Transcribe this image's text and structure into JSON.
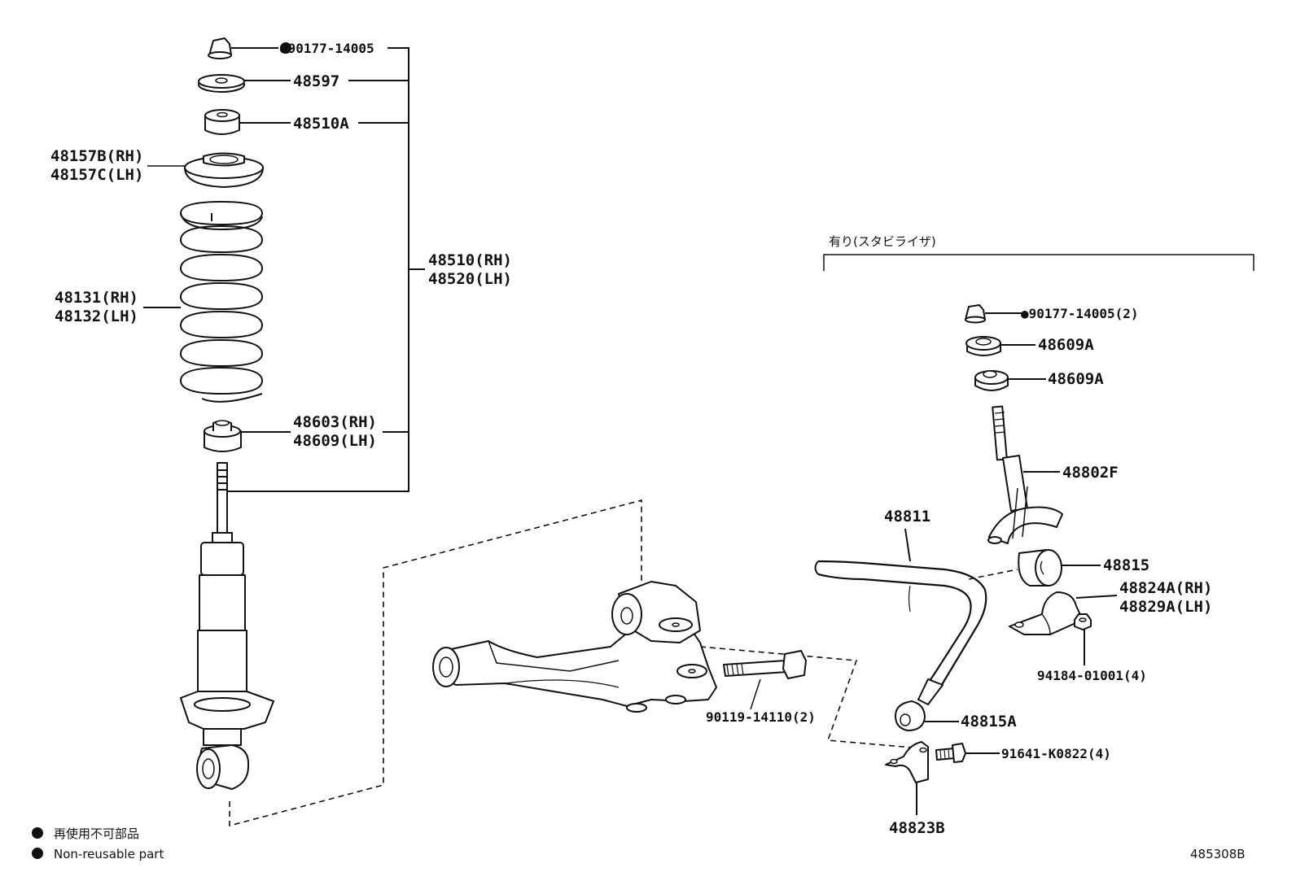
{
  "labels": {
    "nut_top": "●90177-14005",
    "p48597": "48597",
    "p48510A": "48510A",
    "seat_rh": "48157B(RH)",
    "seat_lh": "48157C(LH)",
    "spring_rh": "48131(RH)",
    "spring_lh": "48132(LH)",
    "assy_rh": "48510(RH)",
    "assy_lh": "48520(LH)",
    "bump_rh": "48603(RH)",
    "bump_lh": "48609(LH)",
    "stabilizer_group": "有り(スタビライザ)",
    "nut_stab": "●90177-14005(2)",
    "cushion_a1": "48609A",
    "cushion_a2": "48609A",
    "link": "48802F",
    "bar": "48811",
    "bushing": "48815",
    "bracket_rh": "48824A(RH)",
    "bracket_lh": "48829A(LH)",
    "nut_bracket": "94184-01001(4)",
    "bolt_arm": "90119-14110(2)",
    "bushing_a": "48815A",
    "bolt_bracket": "91641-K0822(4)",
    "bracket_b": "48823B"
  },
  "legend": {
    "line1": "再使用不可部品",
    "line2": "Non-reusable part"
  },
  "figure_id": "485308B"
}
